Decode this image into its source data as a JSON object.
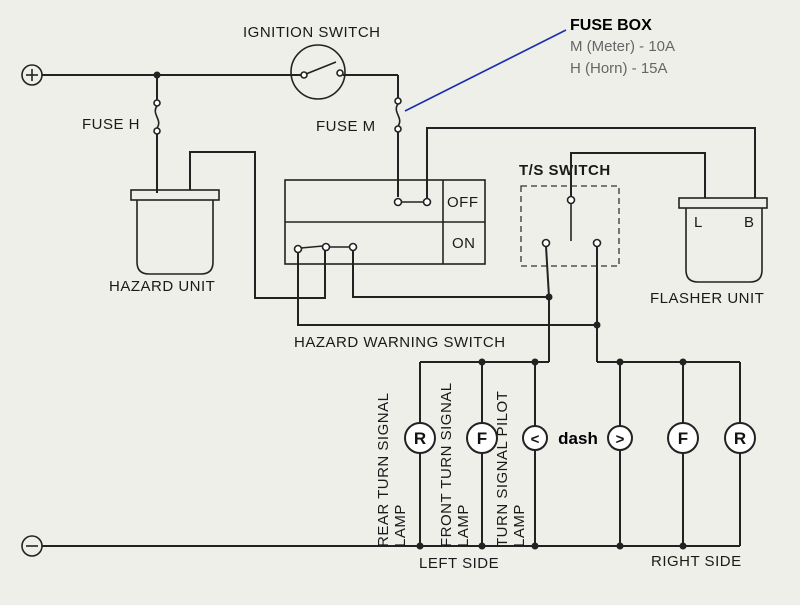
{
  "fuse_box": {
    "title": "FUSE BOX",
    "line_m": "M (Meter) - 10A",
    "line_h": "H (Horn) - 15A"
  },
  "labels": {
    "ignition_switch": "IGNITION SWITCH",
    "fuse_h": "FUSE H",
    "fuse_m": "FUSE M",
    "hazard_unit": "HAZARD UNIT",
    "off": "OFF",
    "on": "ON",
    "ts_switch": "T/S SWITCH",
    "flasher_unit": "FLASHER UNIT",
    "flasher_l": "L",
    "flasher_b": "B",
    "hazard_warning_switch": "HAZARD WARNING SWITCH",
    "left_side": "LEFT SIDE",
    "right_side": "RIGHT SIDE",
    "rear_lamp_1": "REAR TURN SIGNAL",
    "rear_lamp_2": "LAMP",
    "front_lamp_1": "FRONT TURN SIGNAL",
    "front_lamp_2": "LAMP",
    "pilot_lamp_1": "TURN SIGNAL PILOT",
    "pilot_lamp_2": "LAMP",
    "dash": "dash",
    "plus": "+",
    "minus": "−"
  },
  "lamps": {
    "left_rear": "R",
    "left_front": "F",
    "left_pilot": "<",
    "right_pilot": ">",
    "right_front": "F",
    "right_rear": "R"
  },
  "colors": {
    "background": "#efefea",
    "wire": "#222222",
    "fuse_pointer": "#1a2fb0",
    "fuse_box_detail": "#666666"
  }
}
